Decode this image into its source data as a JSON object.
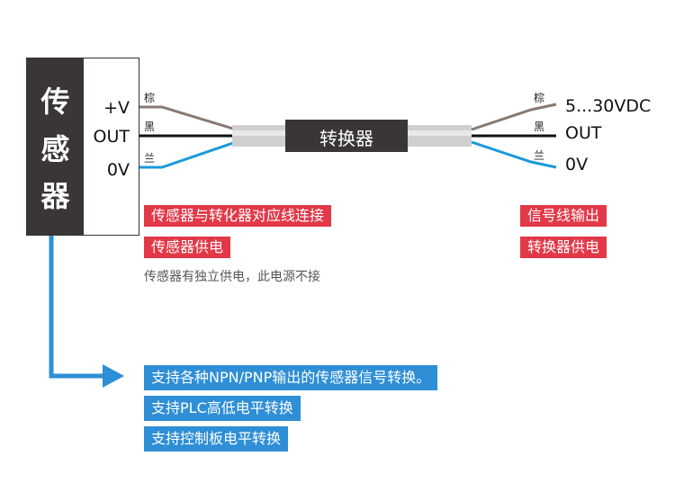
{
  "sensor": {
    "title_chars": [
      "传",
      "感",
      "器"
    ]
  },
  "pins": {
    "vplus": "+V",
    "out": "OUT",
    "zero": "0V"
  },
  "left_wires": {
    "brown": "棕",
    "black": "黑",
    "blue": "兰"
  },
  "converter": {
    "label": "转换器"
  },
  "right_wires": {
    "brown": "棕",
    "black": "黑",
    "blue": "兰"
  },
  "right_labels": {
    "voltage": "5...30VDC",
    "out": "OUT",
    "zero": "0V"
  },
  "left_tags": {
    "connect": "传感器与转化器对应线连接",
    "power": "传感器供电"
  },
  "left_note": "传感器有独立供电，此电源不接",
  "right_tags": {
    "signal": "信号线输出",
    "power": "转换器供电"
  },
  "features": [
    "支持各种NPN/PNP输出的传感器信号转换。",
    "支持PLC高低电平转换",
    "支持控制板电平转换"
  ],
  "colors": {
    "red": "#e23848",
    "blue": "#2e8ed6",
    "brown": "#8a7872",
    "cyan": "#1b9ad8",
    "dark": "#3a3637"
  }
}
